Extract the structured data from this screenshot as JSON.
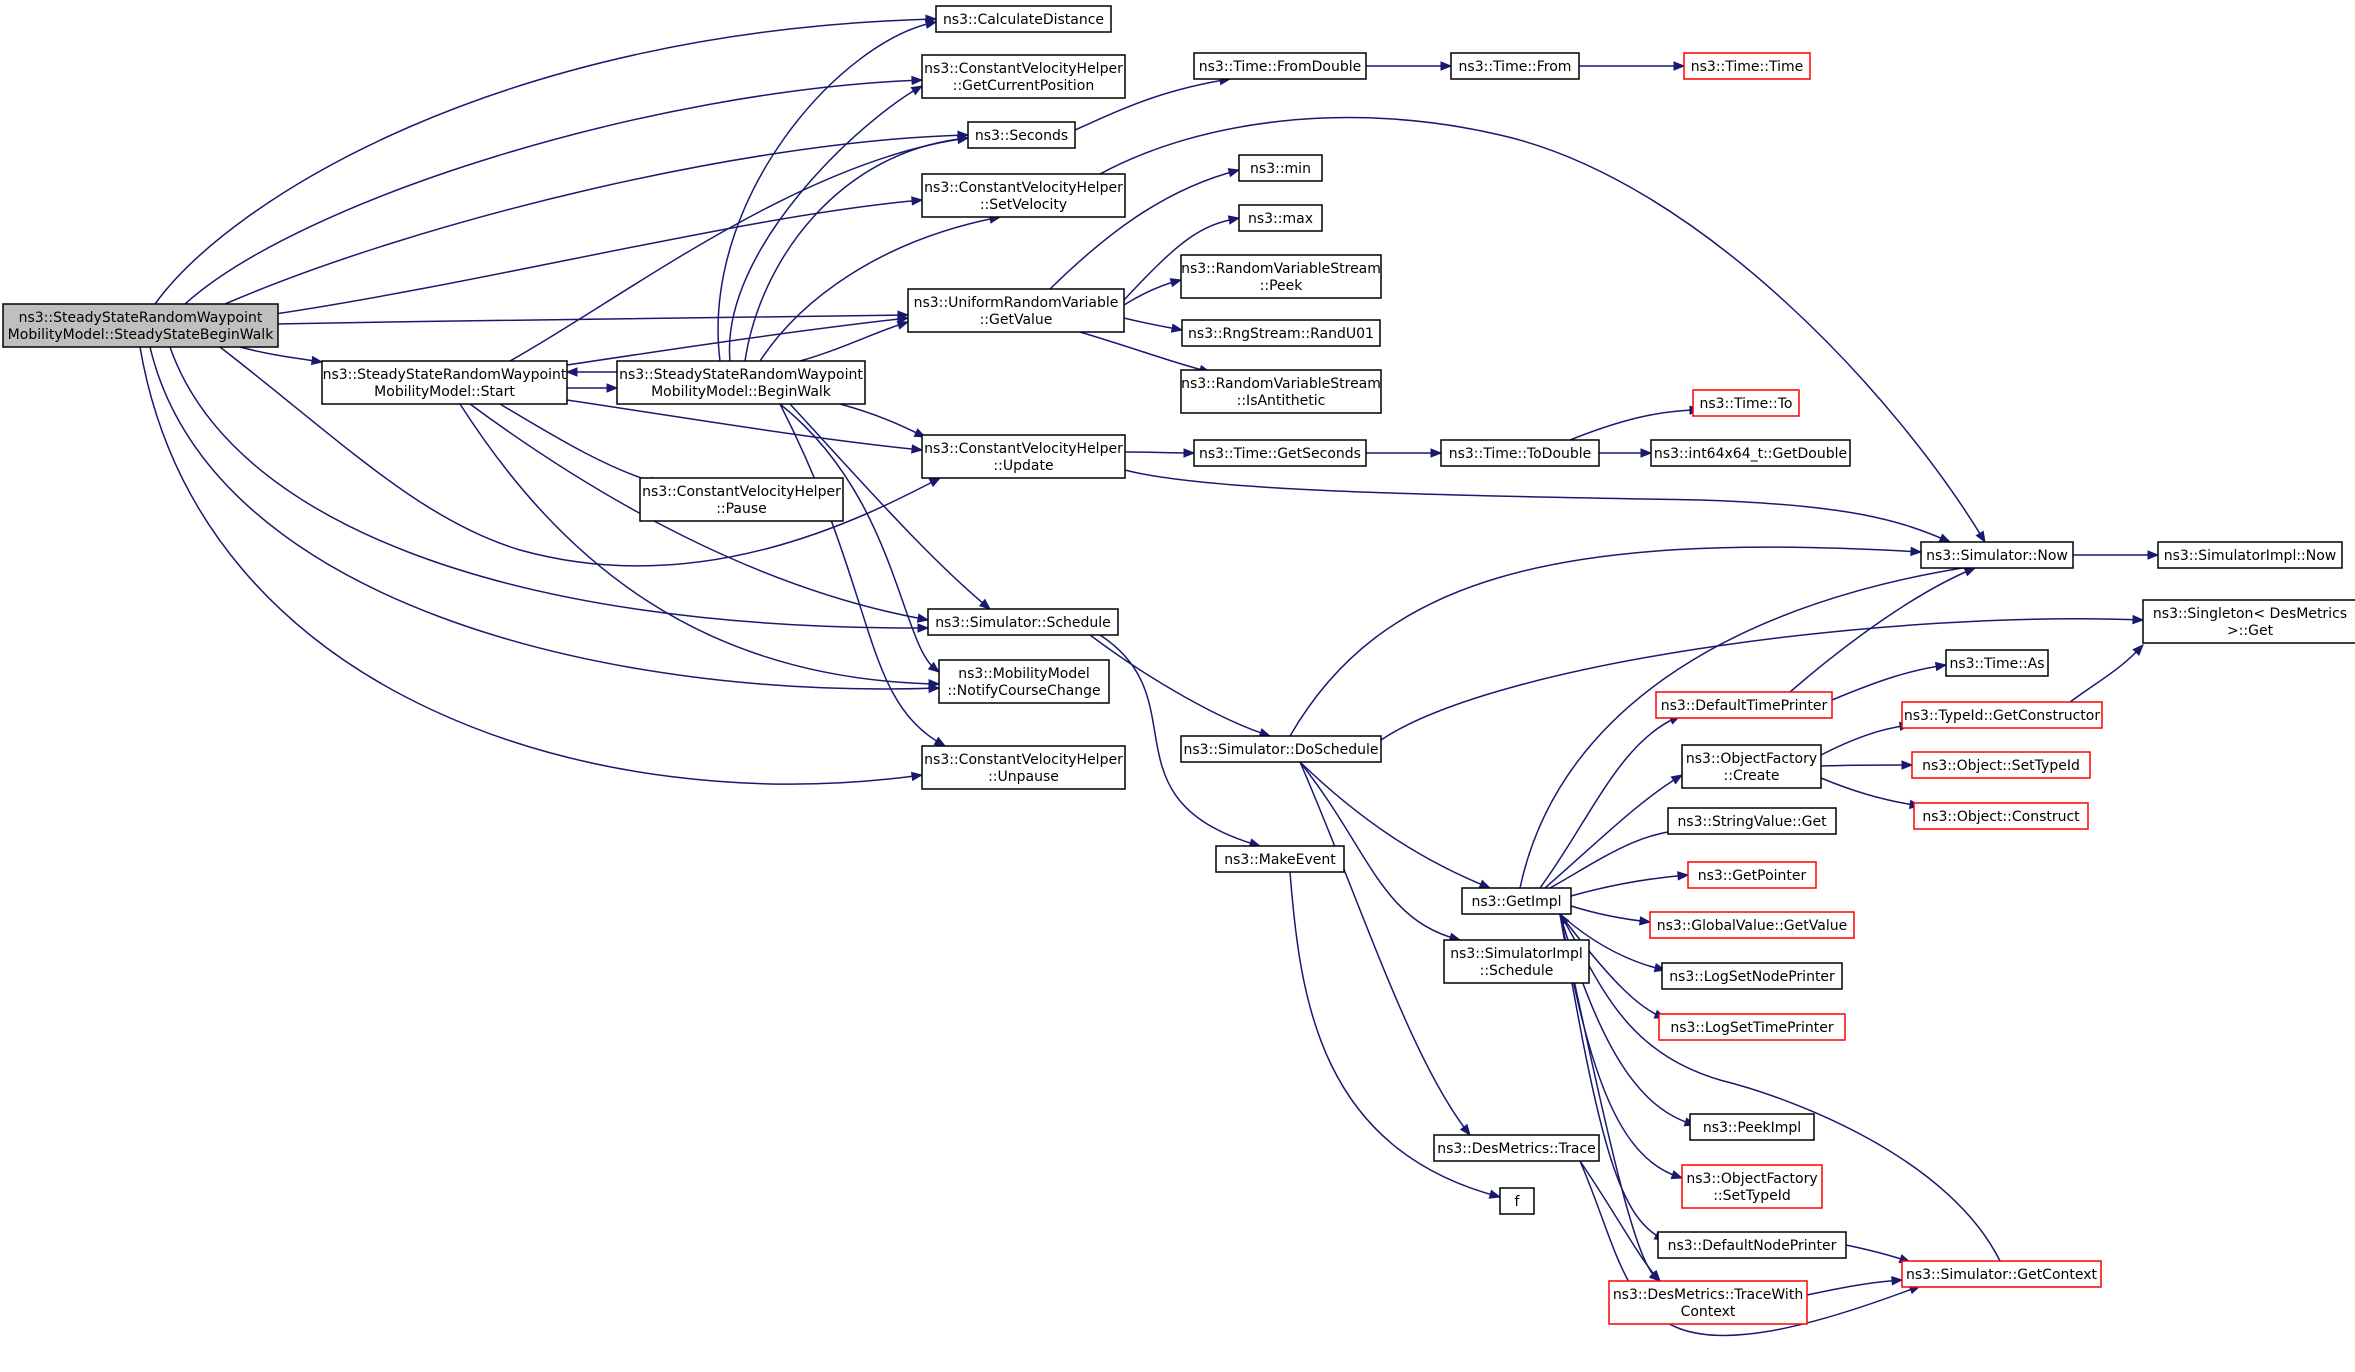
{
  "colors": {
    "edge": "#191970",
    "box": "#000000",
    "box_truncated": "#ff0000",
    "box_focus_fill": "#bfbfbf",
    "box_fill": "#ffffff"
  },
  "nodes": [
    {
      "id": "root",
      "lines": [
        "ns3::SteadyStateRandomWaypoint",
        "MobilityModel::SteadyStateBeginWalk"
      ],
      "style": "focus"
    },
    {
      "id": "calcdist",
      "lines": [
        "ns3::CalculateDistance"
      ],
      "style": "normal"
    },
    {
      "id": "getcurpos",
      "lines": [
        "ns3::ConstantVelocityHelper",
        "::GetCurrentPosition"
      ],
      "style": "normal"
    },
    {
      "id": "seconds",
      "lines": [
        "ns3::Seconds"
      ],
      "style": "normal"
    },
    {
      "id": "setvel",
      "lines": [
        "ns3::ConstantVelocityHelper",
        "::SetVelocity"
      ],
      "style": "normal"
    },
    {
      "id": "urvget",
      "lines": [
        "ns3::UniformRandomVariable",
        "::GetValue"
      ],
      "style": "normal"
    },
    {
      "id": "start",
      "lines": [
        "ns3::SteadyStateRandomWaypoint",
        "MobilityModel::Start"
      ],
      "style": "normal"
    },
    {
      "id": "beginwalk",
      "lines": [
        "ns3::SteadyStateRandomWaypoint",
        "MobilityModel::BeginWalk"
      ],
      "style": "normal"
    },
    {
      "id": "cvupdate",
      "lines": [
        "ns3::ConstantVelocityHelper",
        "::Update"
      ],
      "style": "normal"
    },
    {
      "id": "cvpause",
      "lines": [
        "ns3::ConstantVelocityHelper",
        "::Pause"
      ],
      "style": "normal"
    },
    {
      "id": "simschedule",
      "lines": [
        "ns3::Simulator::Schedule"
      ],
      "style": "normal"
    },
    {
      "id": "notify",
      "lines": [
        "ns3::MobilityModel",
        "::NotifyCourseChange"
      ],
      "style": "normal"
    },
    {
      "id": "unpause",
      "lines": [
        "ns3::ConstantVelocityHelper",
        "::Unpause"
      ],
      "style": "normal"
    },
    {
      "id": "fromdouble",
      "lines": [
        "ns3::Time::FromDouble"
      ],
      "style": "normal"
    },
    {
      "id": "from",
      "lines": [
        "ns3::Time::From"
      ],
      "style": "normal"
    },
    {
      "id": "timetime",
      "lines": [
        "ns3::Time::Time"
      ],
      "style": "truncated"
    },
    {
      "id": "min",
      "lines": [
        "ns3::min"
      ],
      "style": "normal"
    },
    {
      "id": "max",
      "lines": [
        "ns3::max"
      ],
      "style": "normal"
    },
    {
      "id": "rvspeek",
      "lines": [
        "ns3::RandomVariableStream",
        "::Peek"
      ],
      "style": "normal"
    },
    {
      "id": "randu01",
      "lines": [
        "ns3::RngStream::RandU01"
      ],
      "style": "normal"
    },
    {
      "id": "isanti",
      "lines": [
        "ns3::RandomVariableStream",
        "::IsAntithetic"
      ],
      "style": "normal"
    },
    {
      "id": "getseconds",
      "lines": [
        "ns3::Time::GetSeconds"
      ],
      "style": "normal"
    },
    {
      "id": "todouble",
      "lines": [
        "ns3::Time::ToDouble"
      ],
      "style": "normal"
    },
    {
      "id": "timeto",
      "lines": [
        "ns3::Time::To"
      ],
      "style": "truncated"
    },
    {
      "id": "getdouble",
      "lines": [
        "ns3::int64x64_t::GetDouble"
      ],
      "style": "normal"
    },
    {
      "id": "simnow",
      "lines": [
        "ns3::Simulator::Now"
      ],
      "style": "normal"
    },
    {
      "id": "implnow",
      "lines": [
        "ns3::SimulatorImpl::Now"
      ],
      "style": "normal"
    },
    {
      "id": "singleton",
      "lines": [
        "ns3::Singleton< DesMetrics",
        " >::Get"
      ],
      "style": "normal"
    },
    {
      "id": "timeas",
      "lines": [
        "ns3::Time::As"
      ],
      "style": "normal"
    },
    {
      "id": "deftimeprinter",
      "lines": [
        "ns3::DefaultTimePrinter"
      ],
      "style": "truncated"
    },
    {
      "id": "getctor",
      "lines": [
        "ns3::TypeId::GetConstructor"
      ],
      "style": "truncated"
    },
    {
      "id": "doschedule",
      "lines": [
        "ns3::Simulator::DoSchedule"
      ],
      "style": "normal"
    },
    {
      "id": "ofcreate",
      "lines": [
        "ns3::ObjectFactory",
        "::Create"
      ],
      "style": "normal"
    },
    {
      "id": "setypeid",
      "lines": [
        "ns3::Object::SetTypeId"
      ],
      "style": "truncated"
    },
    {
      "id": "construct",
      "lines": [
        "ns3::Object::Construct"
      ],
      "style": "truncated"
    },
    {
      "id": "strget",
      "lines": [
        "ns3::StringValue::Get"
      ],
      "style": "normal"
    },
    {
      "id": "makeevent",
      "lines": [
        "ns3::MakeEvent"
      ],
      "style": "normal"
    },
    {
      "id": "getimpl",
      "lines": [
        "ns3::GetImpl"
      ],
      "style": "normal"
    },
    {
      "id": "getpointer",
      "lines": [
        "ns3::GetPointer"
      ],
      "style": "truncated"
    },
    {
      "id": "gvgetvalue",
      "lines": [
        "ns3::GlobalValue::GetValue"
      ],
      "style": "truncated"
    },
    {
      "id": "implschedule",
      "lines": [
        "ns3::SimulatorImpl",
        "::Schedule"
      ],
      "style": "normal"
    },
    {
      "id": "lognodeprinter",
      "lines": [
        "ns3::LogSetNodePrinter"
      ],
      "style": "normal"
    },
    {
      "id": "logtimeprinter",
      "lines": [
        "ns3::LogSetTimePrinter"
      ],
      "style": "truncated"
    },
    {
      "id": "peekimpl",
      "lines": [
        "ns3::PeekImpl"
      ],
      "style": "normal"
    },
    {
      "id": "dmtrace",
      "lines": [
        "ns3::DesMetrics::Trace"
      ],
      "style": "normal"
    },
    {
      "id": "ofsettypeid",
      "lines": [
        "ns3::ObjectFactory",
        "::SetTypeId"
      ],
      "style": "truncated"
    },
    {
      "id": "f",
      "lines": [
        "f"
      ],
      "style": "normal"
    },
    {
      "id": "defnodeprinter",
      "lines": [
        "ns3::DefaultNodePrinter"
      ],
      "style": "normal"
    },
    {
      "id": "getcontext",
      "lines": [
        "ns3::Simulator::GetContext"
      ],
      "style": "truncated"
    },
    {
      "id": "tracewith",
      "lines": [
        "ns3::DesMetrics::TraceWith",
        "Context"
      ],
      "style": "truncated"
    }
  ]
}
